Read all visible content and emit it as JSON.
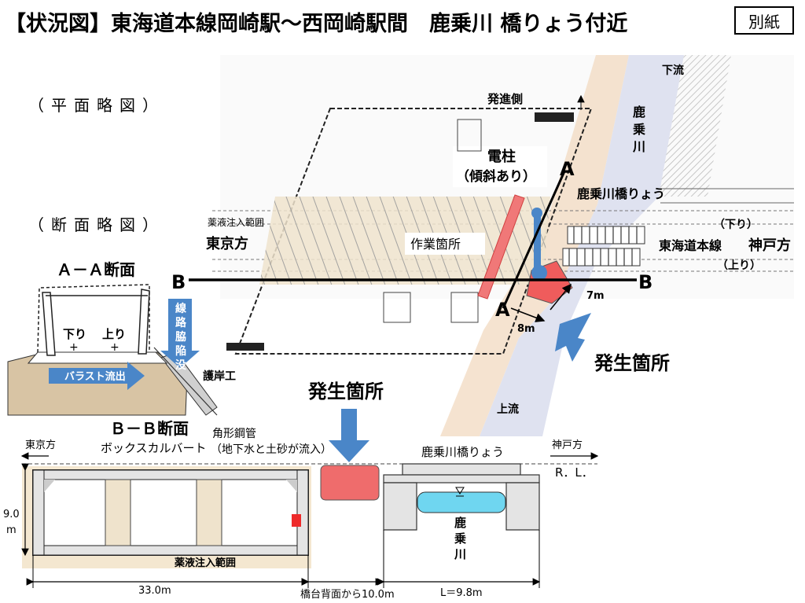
{
  "title": "【状況図】東海道本線岡崎駅～西岡崎駅間　鹿乗川 橋りょう付近",
  "badge": "別紙",
  "plan_header": "（平面略図）",
  "section_header": "（断面略図）",
  "plan": {
    "forward_side": "発進側",
    "pole_line1": "電柱",
    "pole_line2": "（傾斜あり）",
    "chemical_range": "薬液注入範囲",
    "tokyo_side": "東京方",
    "work_area": "作業箇所",
    "section_a": "A",
    "section_b": "B",
    "bridge_name": "鹿乗川橋りょう",
    "down_line": "（下り）",
    "line_name": "東海道本線",
    "kobe_side": "神戸方",
    "up_line": "（上り）",
    "downstream": "下流",
    "upstream": "上流",
    "river": "鹿乗川",
    "dim_7m": "7m",
    "dim_8m": "8m",
    "occurrence": "発生箇所"
  },
  "aa": {
    "title": "Ａ－Ａ断面",
    "down": "下り",
    "up": "上り",
    "ballast": "バラスト流出",
    "subsidence": "線路脇陥没",
    "revetment": "護岸工"
  },
  "bb": {
    "title": "Ｂ－Ｂ断面",
    "box_culvert": "ボックスカルバート",
    "pipe_line1": "角形鋼管",
    "pipe_line2": "（地下水と土砂が流入）",
    "occurrence": "発生箇所",
    "tokyo_side": "東京方",
    "kobe_side": "神戸方",
    "bridge_name": "鹿乗川橋りょう",
    "rl": "R．L．",
    "height": "9.0m",
    "chemical_range": "薬液注入範囲",
    "width": "33.0m",
    "distance": "橋台背面から10.0m",
    "span": "L＝9.8m",
    "river": "鹿乗川"
  }
}
